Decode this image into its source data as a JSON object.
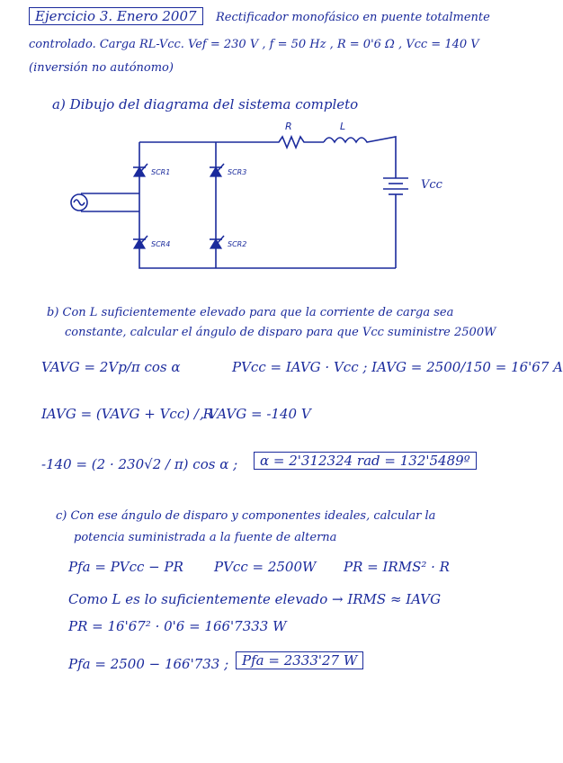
{
  "header": {
    "title": "Ejercicio 3. Enero 2007",
    "line1_rest": "Rectificador monofásico en puente totalmente",
    "line2": "controlado. Carga RL-Vcc.  Vef = 230 V ,  f = 50 Hz ,  R = 0'6 Ω ,  Vcc = 140 V",
    "line3": "(inversión no autónomo)"
  },
  "part_a": {
    "heading": "a) Dibujo del diagrama del sistema completo"
  },
  "circuit": {
    "labels": {
      "scr1": "SCR1",
      "scr2": "SCR2",
      "scr3": "SCR3",
      "scr4": "SCR4",
      "r": "R",
      "l": "L",
      "vcc": "Vcc"
    }
  },
  "part_b": {
    "line1": "b) Con L suficientemente elevado para que la corriente de carga sea",
    "line2": "constante, calcular el ángulo de disparo para que Vcc suministre 2500W",
    "eq1_left": "VAVG =  2Vp/π  cos α",
    "eq1_right": "PVcc = IAVG · Vcc  ;  IAVG = 2500/150 = 16'67 A",
    "eq2_left": "IAVG =  (VAVG + Vcc) / R",
    "eq2_right": ",   VAVG = -140 V",
    "eq3_left": "-140 = (2 · 230√2 / π)  cos α  ;",
    "eq3_result": "α = 2'312324 rad = 132'5489º"
  },
  "part_c": {
    "line1": "c) Con ese ángulo de disparo y componentes ideales, calcular la",
    "line2": "potencia suministrada a la fuente de alterna",
    "eq1_a": "Pfa = PVcc − PR",
    "eq1_b": "PVcc = 2500W",
    "eq1_c": "PR = IRMS² · R",
    "eq2": "Como L es lo suficientemente elevado  →  IRMS ≈ IAVG",
    "eq3": "PR = 16'67² · 0'6 = 166'7333 W",
    "eq4_left": "Pfa = 2500 − 166'733  ;",
    "eq4_result": "Pfa = 2333'27 W"
  }
}
